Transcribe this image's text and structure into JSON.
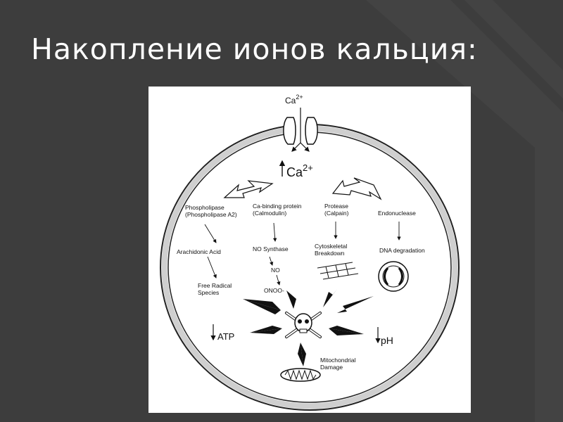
{
  "slide": {
    "title": "Накопление ионов кальция:"
  },
  "diagram": {
    "ion_top": {
      "base": "Ca",
      "superscript": "2+"
    },
    "ion_center": {
      "base": "Ca",
      "superscript": "2+"
    },
    "nodes": {
      "phospholipase_1": "Phospholipase",
      "phospholipase_2": "(Phospholipase A2)",
      "ca_binding_1": "Ca-binding protein",
      "ca_binding_2": "(Calmodulin)",
      "protease_1": "Protease",
      "protease_2": "(Calpain)",
      "endonuclease": "Endonuclease",
      "arachidonic": "Arachidonic Acid",
      "no_synthase": "NO Synthase",
      "cytoskeletal_1": "Cytoskeletal",
      "cytoskeletal_2": "Breakdown",
      "dna_degradation": "DNA degradation",
      "no": "NO",
      "onoo": "ONOO-",
      "free_radical_1": "Free Radical",
      "free_radical_2": "Species",
      "atp": "ATP",
      "ph": "pH",
      "mito_1": "Mitochondrial",
      "mito_2": "Damage"
    }
  }
}
